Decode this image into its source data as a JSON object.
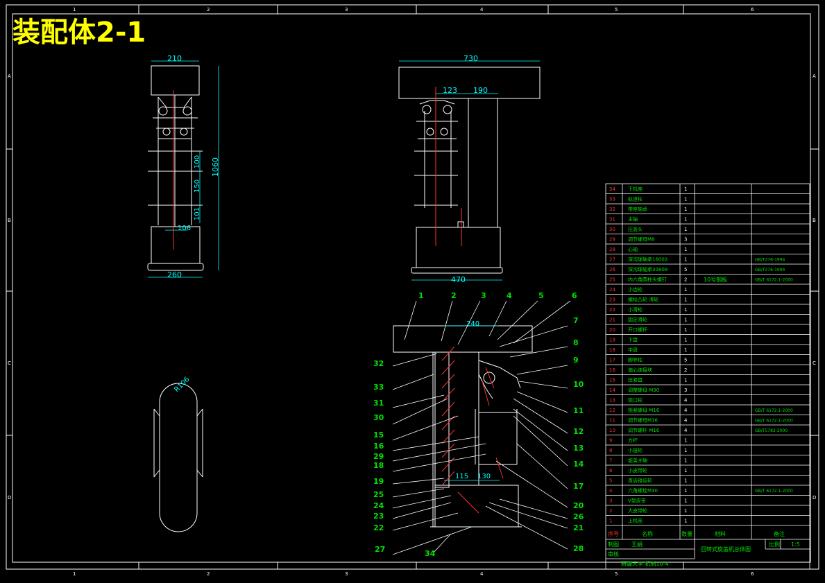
{
  "title": "装配体2-1",
  "border_numbers": {
    "top": [
      "1",
      "2",
      "3",
      "4",
      "5",
      "6"
    ],
    "bottom": [
      "1",
      "2",
      "3",
      "4",
      "5",
      "6"
    ],
    "side": [
      "A",
      "B",
      "C",
      "D"
    ]
  },
  "dimensions": {
    "left_top_width": "210",
    "left_height": "1060",
    "left_seg_a": "100",
    "left_seg_b": "150",
    "left_seg_c": "101",
    "left_seg_d": "106",
    "left_base_width": "260",
    "mid_top_width": "730",
    "mid_off_a": "123",
    "mid_off_b": "190",
    "mid_base_width": "470",
    "sec_width": "240",
    "sec_a": "115",
    "sec_b": "130",
    "radius": "R106"
  },
  "callouts": {
    "top": [
      "1",
      "2",
      "3",
      "4",
      "5",
      "6"
    ],
    "left": [
      "32",
      "33",
      "31",
      "30",
      "15",
      "16",
      "29",
      "18",
      "19",
      "25",
      "24",
      "23",
      "22",
      "27"
    ],
    "right": [
      "7",
      "8",
      "9",
      "10",
      "11",
      "12",
      "13",
      "14",
      "17",
      "20",
      "26",
      "21",
      "28"
    ],
    "bottom": "34"
  },
  "bom": {
    "rows": [
      {
        "no": "34",
        "name": "下机座",
        "qty": "1",
        "std": ""
      },
      {
        "no": "33",
        "name": "轨道柱",
        "qty": "1",
        "std": ""
      },
      {
        "no": "32",
        "name": "带座轴承",
        "qty": "1",
        "std": ""
      },
      {
        "no": "31",
        "name": "主轴",
        "qty": "1",
        "std": ""
      },
      {
        "no": "30",
        "name": "压盖头",
        "qty": "1",
        "std": ""
      },
      {
        "no": "29",
        "name": "调节螺母M8",
        "qty": "3",
        "std": ""
      },
      {
        "no": "28",
        "name": "心轴",
        "qty": "1",
        "std": ""
      },
      {
        "no": "27",
        "name": "深沟球轴承16002",
        "qty": "1",
        "std": "GB/T276-1994"
      },
      {
        "no": "26",
        "name": "深沟球轴承30808",
        "qty": "5",
        "std": "GB/T276-1994"
      },
      {
        "no": "25",
        "name": "内六角圆柱头螺钉",
        "qty": "2",
        "std": "GB/T 6172.1-2000"
      },
      {
        "no": "24",
        "name": "小齿轮",
        "qty": "1",
        "std": ""
      },
      {
        "no": "23",
        "name": "螺栓凸轮 滑轮",
        "qty": "1",
        "std": ""
      },
      {
        "no": "22",
        "name": "小滑轮",
        "qty": "1",
        "std": ""
      },
      {
        "no": "21",
        "name": "固定滑轮",
        "qty": "1",
        "std": ""
      },
      {
        "no": "20",
        "name": "开口螺杆",
        "qty": "1",
        "std": ""
      },
      {
        "no": "19",
        "name": "下盘",
        "qty": "1",
        "std": ""
      },
      {
        "no": "18",
        "name": "中盘",
        "qty": "1",
        "std": ""
      },
      {
        "no": "17",
        "name": "脚导柱",
        "qty": "5",
        "std": ""
      },
      {
        "no": "16",
        "name": "偏心连接块",
        "qty": "2",
        "std": ""
      },
      {
        "no": "15",
        "name": "压紧盘",
        "qty": "1",
        "std": ""
      },
      {
        "no": "14",
        "name": "调整螺母 M30",
        "qty": "3",
        "std": ""
      },
      {
        "no": "13",
        "name": "锁口轮",
        "qty": "4",
        "std": ""
      },
      {
        "no": "12",
        "name": "锁紧螺母 M16",
        "qty": "4",
        "std": "GB/T 6172.1-2000"
      },
      {
        "no": "11",
        "name": "调节螺母M16",
        "qty": "4",
        "std": "GB/T 6172.1-2000"
      },
      {
        "no": "10",
        "name": "调节螺杆 M16",
        "qty": "4",
        "std": "GB/T5783-2000"
      },
      {
        "no": "9",
        "name": "方杆",
        "qty": "1",
        "std": ""
      },
      {
        "no": "8",
        "name": "小链轮",
        "qty": "1",
        "std": ""
      },
      {
        "no": "7",
        "name": "旋盖主轴",
        "qty": "1",
        "std": ""
      },
      {
        "no": "6",
        "name": "小皮带轮",
        "qty": "1",
        "std": ""
      },
      {
        "no": "5",
        "name": "直齿锥齿轮",
        "qty": "1",
        "std": ""
      },
      {
        "no": "4",
        "name": "六角螺栓M30",
        "qty": "1",
        "std": "GB/T 6172.1-2000"
      },
      {
        "no": "3",
        "name": "V型皮带",
        "qty": "1",
        "std": ""
      },
      {
        "no": "2",
        "name": "大皮带轮",
        "qty": "1",
        "std": ""
      },
      {
        "no": "1",
        "name": "上机座",
        "qty": "1",
        "std": ""
      }
    ],
    "row_extra_26": "10号钢板",
    "header": {
      "no": "序号",
      "name": "名称",
      "qty": "数量",
      "material": "材料",
      "remark": "备注"
    },
    "designer_label": "制图",
    "designer_name": "王娟",
    "checker_label": "审核",
    "drawing_name": "回转式旋盖机总体图",
    "scale_label": "比例",
    "scale_value": "1:5",
    "school": "新疆大学  机制10-4"
  },
  "colors": {
    "line": "#ffffff",
    "green": "#00e000",
    "cyan": "#00ffff",
    "yellow": "#ffff00",
    "red": "#ff3030",
    "magenta": "#ff00ff"
  }
}
